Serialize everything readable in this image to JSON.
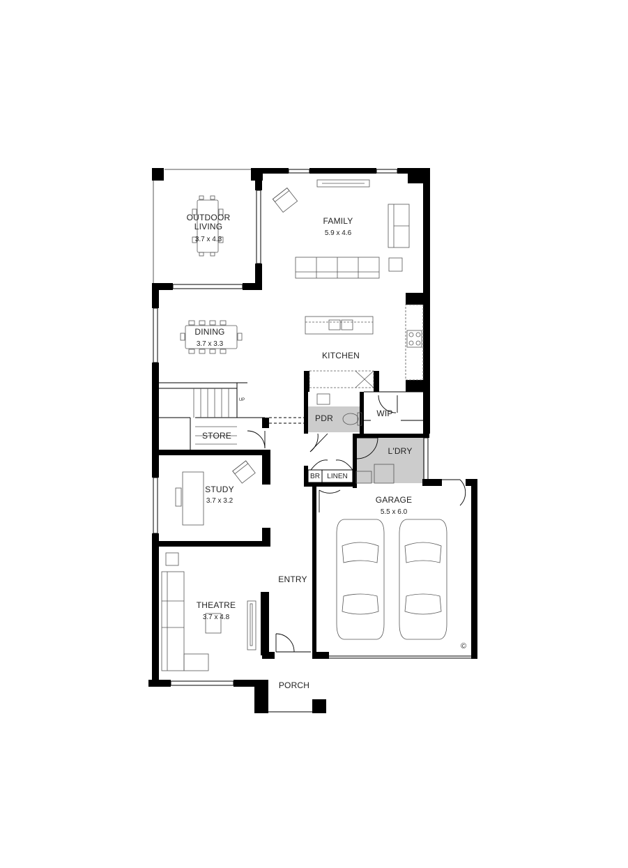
{
  "rooms": {
    "outdoor_living": {
      "name": "OUTDOOR\nLIVING",
      "dim": "3.7 x 4.3"
    },
    "family": {
      "name": "FAMILY",
      "dim": "5.9 x 4.6"
    },
    "dining": {
      "name": "DINING",
      "dim": "3.7 x 3.3"
    },
    "kitchen": {
      "name": "KITCHEN"
    },
    "pdr": {
      "name": "PDR"
    },
    "wip": {
      "name": "WIP"
    },
    "store": {
      "name": "STORE"
    },
    "laundry": {
      "name": "L'DRY"
    },
    "br": {
      "name": "BR"
    },
    "linen": {
      "name": "LINEN"
    },
    "study": {
      "name": "STUDY",
      "dim": "3.7 x 3.2"
    },
    "garage": {
      "name": "GARAGE",
      "dim": "5.5 x 6.0"
    },
    "entry": {
      "name": "ENTRY"
    },
    "theatre": {
      "name": "THEATRE",
      "dim": "3.7 x 4.8"
    },
    "porch": {
      "name": "PORCH"
    }
  },
  "stair_label": "UP",
  "copyright": "©",
  "colors": {
    "wall": "#000000",
    "wet_area": "#cccccc",
    "furniture": "#555555"
  }
}
